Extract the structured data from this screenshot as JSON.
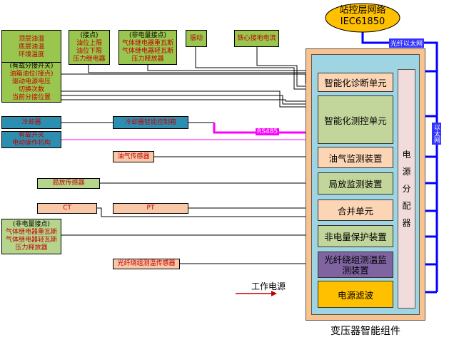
{
  "station_network": {
    "line1": "站控层网络",
    "line2": "IEC61850"
  },
  "bus_labels": {
    "fiber_ethernet": "光纤以太网",
    "ethernet": "以太网",
    "rs485": "RS485"
  },
  "container_title": "变压器智能组件",
  "power_distributor": [
    "电",
    "源",
    "分",
    "配",
    "器"
  ],
  "work_power_label": "工作电源",
  "units": {
    "diagnosis": "智能化诊断单元",
    "measure_control": "智能化测控单元",
    "oil_gas": "油气监测装置",
    "partial_discharge": "局放监测装置",
    "merging": "合并单元",
    "non_electric": "非电量保护装置",
    "fiber_temp": [
      "光纤绕组测温监",
      "测装置"
    ],
    "power_filter": "电源滤波"
  },
  "left_boxes": {
    "temps": [
      "顶层油温",
      "底层油温",
      "环境温度"
    ],
    "contacts": [
      "(接点)",
      "油位上限",
      "油位下限",
      "压力继电器"
    ],
    "non_electric_top": [
      "(非电量接点)",
      "气体继电器重瓦斯",
      "气体继电器轻瓦斯",
      "压力释放器"
    ],
    "vibration": [
      "振动"
    ],
    "core_ground": [
      "铁心接地电流"
    ],
    "tap_changer": [
      "(有载分接开关)",
      "油箱油位(接点)",
      "驱动电源电压",
      "切换次数",
      "当前分接位置"
    ],
    "cooler": [
      "冷却器"
    ],
    "cooler_ctrl": [
      "冷却器智能控制箱"
    ],
    "tap_switch": [
      "有载开关",
      "电动操作机构"
    ],
    "oil_gas_sensor": [
      "油气传感器"
    ],
    "pd_sensor": [
      "局放传感器"
    ],
    "ct": [
      "CT"
    ],
    "pt": [
      "PT"
    ],
    "non_electric_bottom": [
      "(非电量接点)",
      "气体继电器重瓦斯",
      "气体继电器轻瓦斯",
      "压力释放器"
    ],
    "fiber_sensor": [
      "光纤绕组测温传感器"
    ]
  },
  "colors": {
    "bus": "#0000ff",
    "rs485": "#ff00ff",
    "container": "#f9c38f",
    "inner": "#9fd5e2",
    "arrow": "#c00000"
  }
}
